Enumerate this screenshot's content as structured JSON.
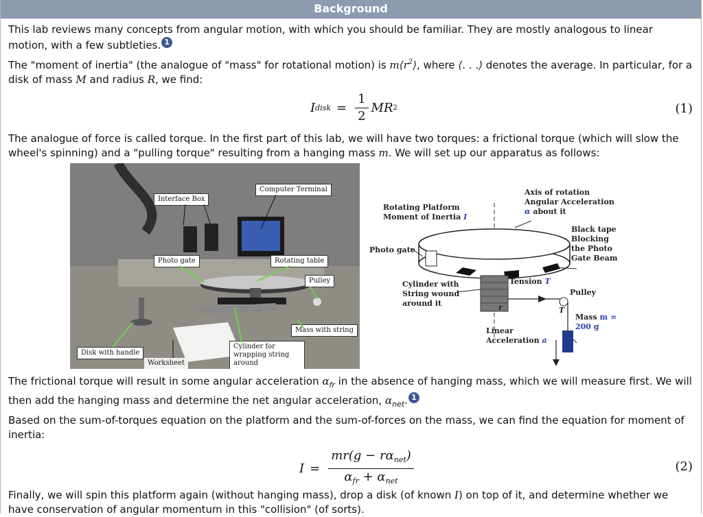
{
  "header": {
    "title": "Background"
  },
  "intro": {
    "text": "This lab reviews many concepts from angular motion, with which you should be familiar. They are mostly analogous to linear motion, with a few subtleties.",
    "badge": "1"
  },
  "inertia": {
    "text_a": "The \"moment of inertia\" (the analogue of \"mass\" for rotational motion) is",
    "expr_m": "m",
    "expr_open": "⟨r",
    "expr_close": "⟩",
    "expr_sup": "2",
    "text_b": ", where",
    "avg": "⟨. . .⟩",
    "text_c": "denotes the average. In particular, for a disk of mass",
    "M": "M",
    "text_d": "and radius",
    "R": "R",
    "text_e": ", we find:"
  },
  "eq1": {
    "lhs": "I",
    "lhs_sub": "disk",
    "equals": "=",
    "num": "1",
    "den": "2",
    "rhs": "MR",
    "rhs_sup": "2",
    "number": "(1)"
  },
  "torque": {
    "text_a": "The analogue of force is called torque. In the first part of this lab, we will have two torques: a frictional torque (which will slow the wheel's spinning) and a \"pulling torque\" resulting from a hanging mass",
    "m": "m",
    "text_b": ". We will set up our apparatus as follows:"
  },
  "photo": {
    "labels": {
      "interface_box": "Interface Box",
      "computer_terminal": "Computer Terminal",
      "photo_gate": "Photo gate",
      "rotating_table": "Rotating table",
      "pulley": "Pulley",
      "mass_with_string": "Mass with string",
      "disk_with_handle": "Disk with handle",
      "cylinder": "Cylinder for wrapping string around",
      "worksheet": "Worksheet"
    }
  },
  "diagram": {
    "axis_line1": "Axis of rotation",
    "axis_line2": "Angular Acceleration",
    "axis_alpha": "α",
    "axis_line3": "about it",
    "platform_line1": "Rotating Platform",
    "platform_line2": "Moment of Inertia",
    "platform_I": "I",
    "photo_gate": "Photo gate",
    "tape_line1": "Black tape",
    "tape_line2": "Blocking",
    "tape_line3": "the Photo",
    "tape_line4": "Gate Beam",
    "tension": "Tension",
    "tension_T": "T",
    "pulley": "Pulley",
    "cyl_line1": "Cylinder with",
    "cyl_line2": "String wound",
    "cyl_line3": "around it",
    "r": "r",
    "T2": "T",
    "mass": "Mass",
    "mass_eq": "m = 200 g",
    "lin_line1": "Linear",
    "lin_line2": "Acceleration",
    "lin_a": "a"
  },
  "friction": {
    "text_a": "The frictional torque will result in some angular acceleration",
    "alpha_fr": "α",
    "fr_sub": "fr",
    "text_b": "in the absence of hanging mass, which we will measure first. We will then add the hanging mass and determine the net angular acceleration,",
    "alpha_net": "α",
    "net_sub": "net",
    "text_c": ".",
    "badge": "1"
  },
  "sum": {
    "text": "Based on the sum-of-torques equation on the platform and the sum-of-forces on the mass, we can find the equation for moment of inertia:"
  },
  "eq2": {
    "lhs": "I",
    "equals": "=",
    "num_a": "mr(g − rα",
    "num_sub": "net",
    "num_b": ")",
    "den_a": "α",
    "den_sub1": "fr",
    "den_plus": " + α",
    "den_sub2": "net",
    "number": "(2)"
  },
  "final": {
    "text_a": "Finally, we will spin this platform again (without hanging mass), drop a disk (of known",
    "I": "I",
    "text_b": ") on top of it, and determine whether we have conservation of angular momentum in this \"collision\" (of sorts)."
  },
  "colors": {
    "header_bg": "#8c9bb0",
    "badge": "#3c5a8e",
    "mass_block": "#1f3a8c"
  }
}
